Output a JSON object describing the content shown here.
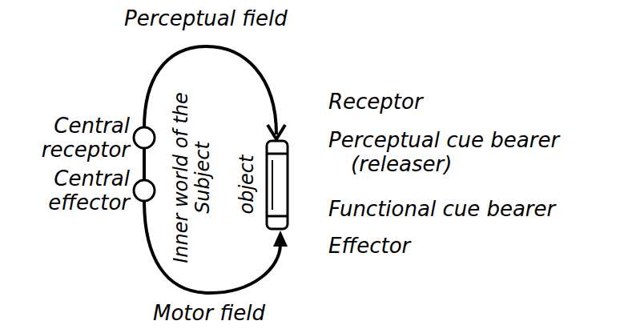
{
  "diagram": {
    "labels": [
      "Perceptual field",
      "Central receptor",
      "Central effector",
      "Inner world of the Subject",
      "object",
      "Receptor",
      "Perceptual cue bearer (releaser)",
      "Functional cue bearer",
      "Effector",
      "Motor field"
    ]
  }
}
